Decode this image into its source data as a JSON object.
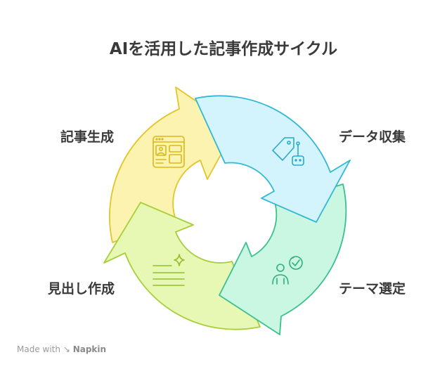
{
  "title": "AIを活用した記事作成サイクル",
  "steps": [
    {
      "label": "データ収集",
      "icon": "robot-tag-icon",
      "fill": "#d3f4fd",
      "stroke": "#31b8d5"
    },
    {
      "label": "テーマ選定",
      "icon": "idea-person-icon",
      "fill": "#c9f7e2",
      "stroke": "#3cc08f"
    },
    {
      "label": "見出し作成",
      "icon": "list-sparkle-icon",
      "fill": "#e7f8b5",
      "stroke": "#a6cf3a"
    },
    {
      "label": "記事生成",
      "icon": "layout-window-icon",
      "fill": "#fdf3b0",
      "stroke": "#e2c52a"
    }
  ],
  "footer": {
    "prefix": "Made with",
    "brand": "Napkin"
  }
}
